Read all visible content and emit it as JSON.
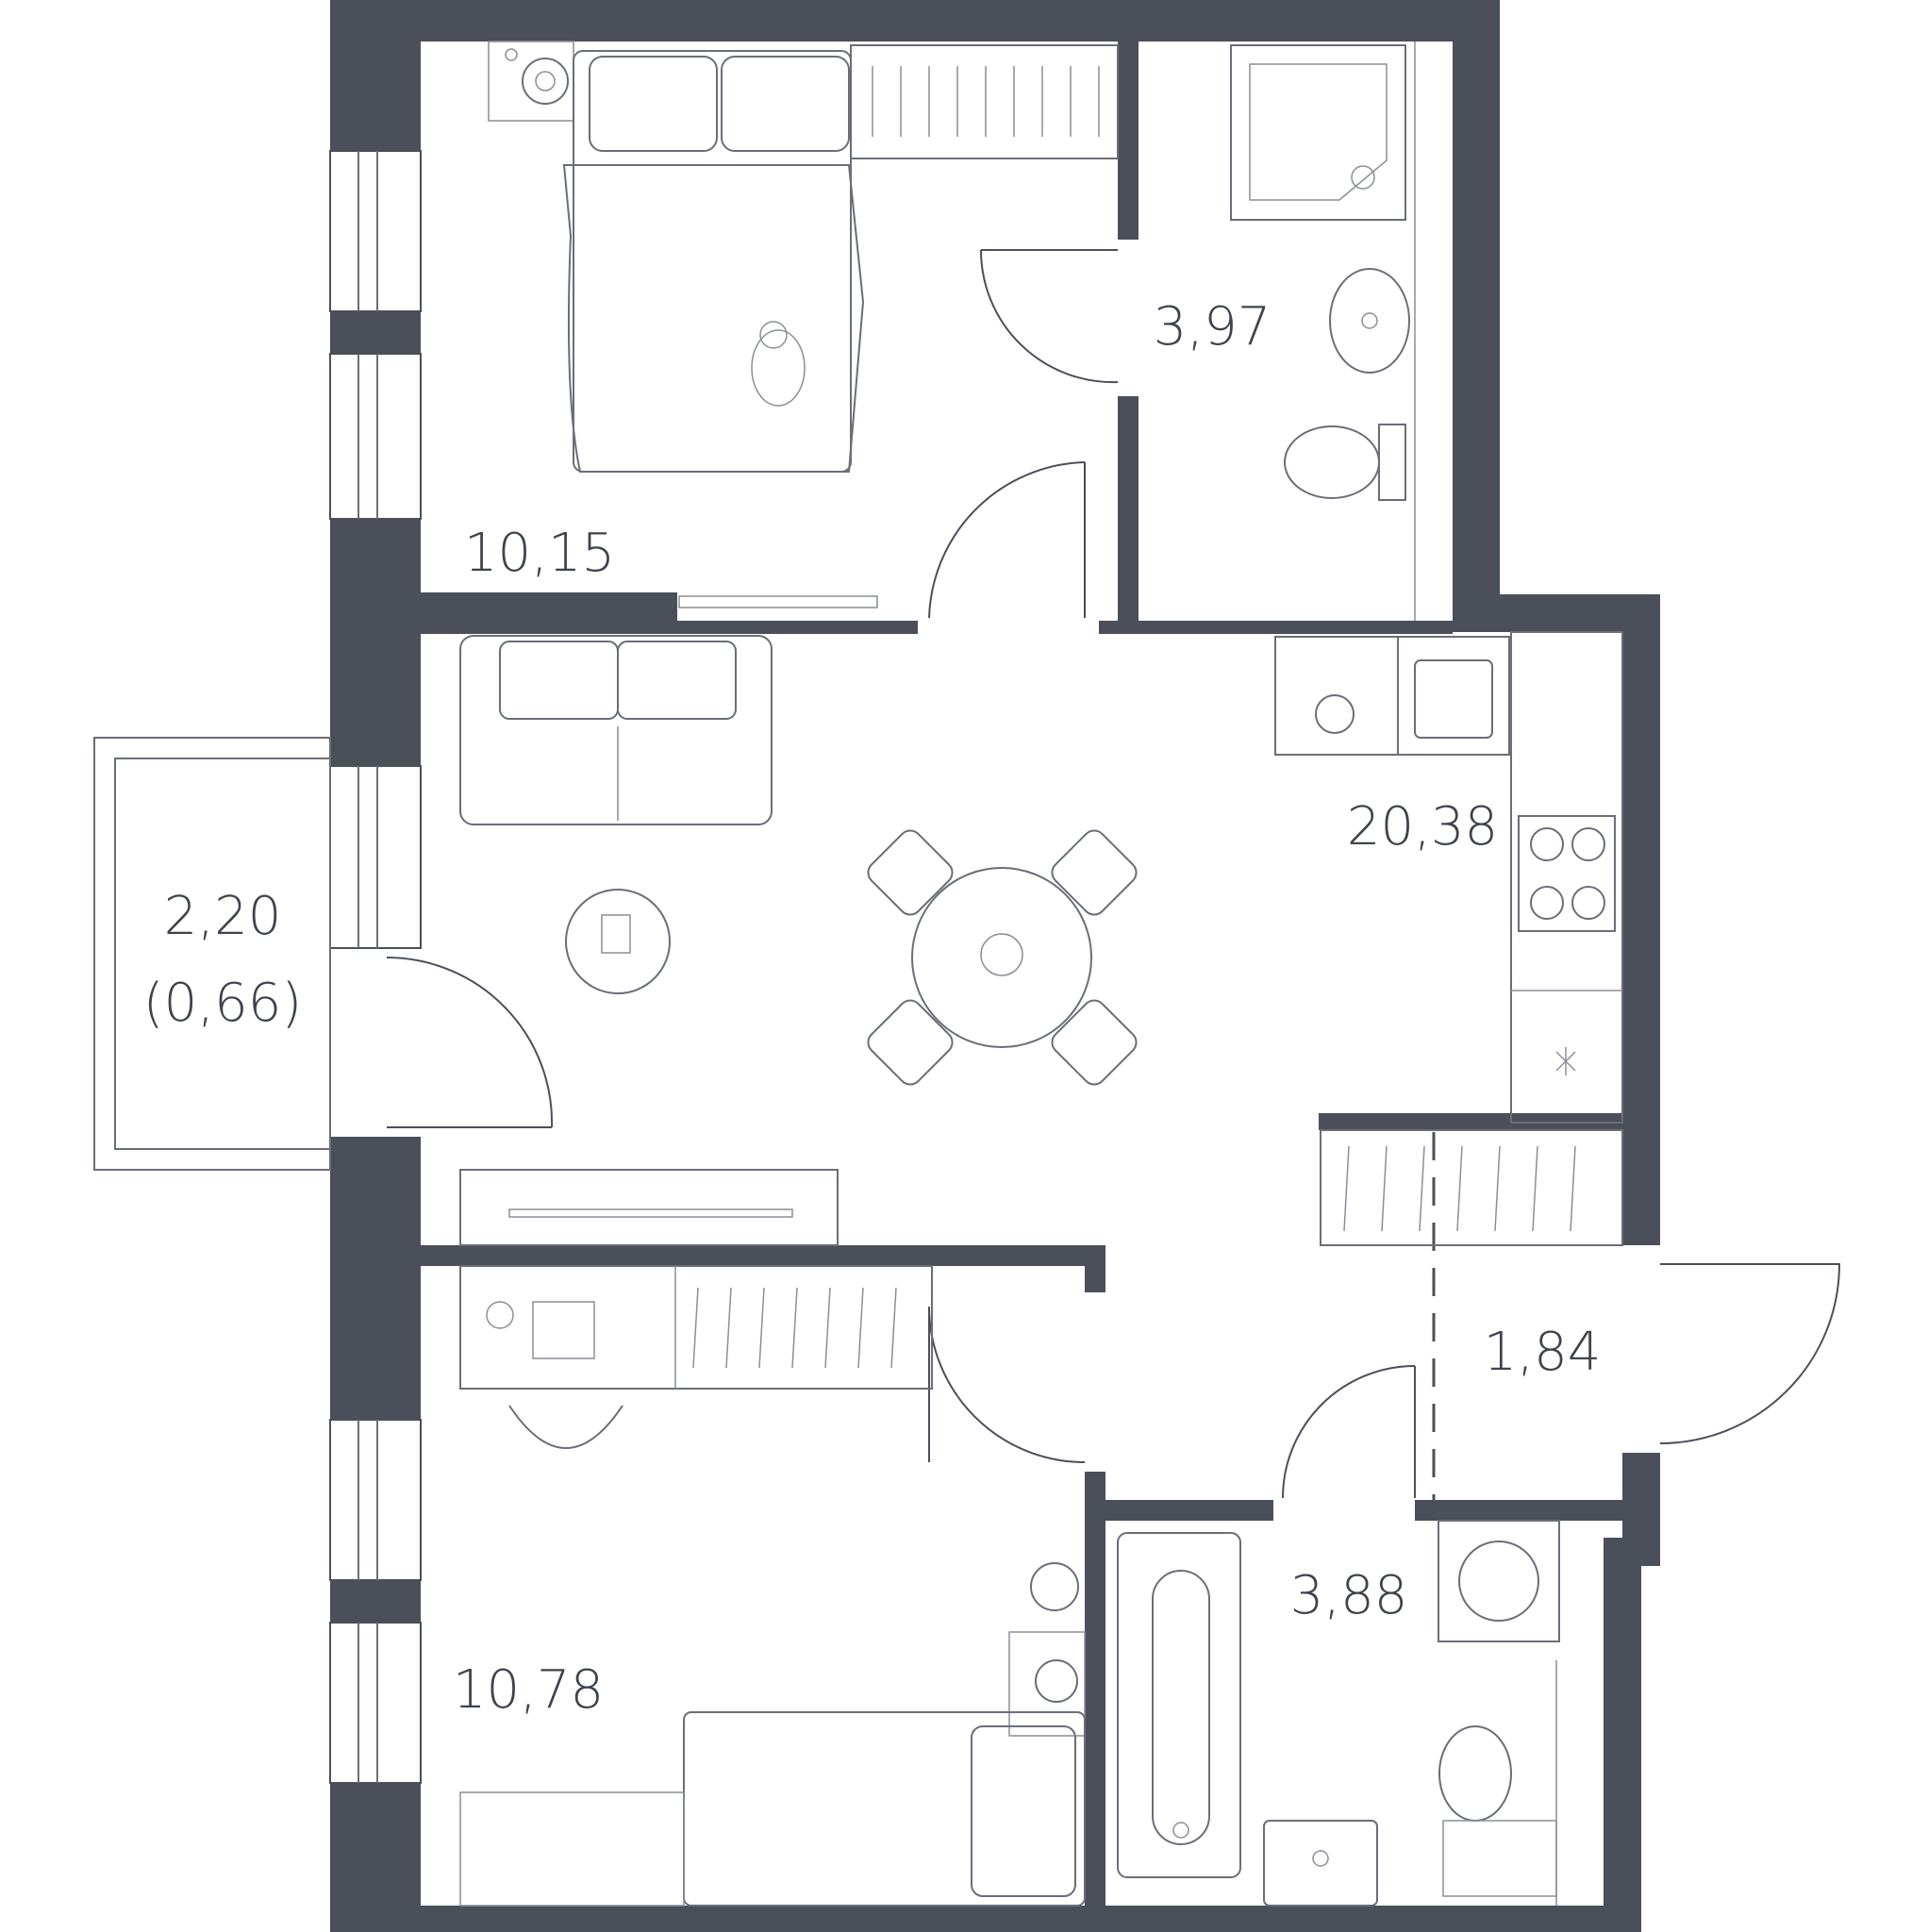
{
  "rooms": {
    "bedroom_top": {
      "area": "10,15"
    },
    "bathroom_top": {
      "area": "3,97"
    },
    "living_kitchen": {
      "area": "20,38"
    },
    "balcony": {
      "area": "2,20",
      "area_reduced": "(0,66)"
    },
    "hallway": {
      "area": "1,84"
    },
    "bathroom_bottom": {
      "area": "3,88"
    },
    "bedroom_bottom": {
      "area": "10,78"
    }
  },
  "colors": {
    "wall": "#4b4f5a",
    "line": "#6a6e78",
    "background": "#ffffff"
  }
}
